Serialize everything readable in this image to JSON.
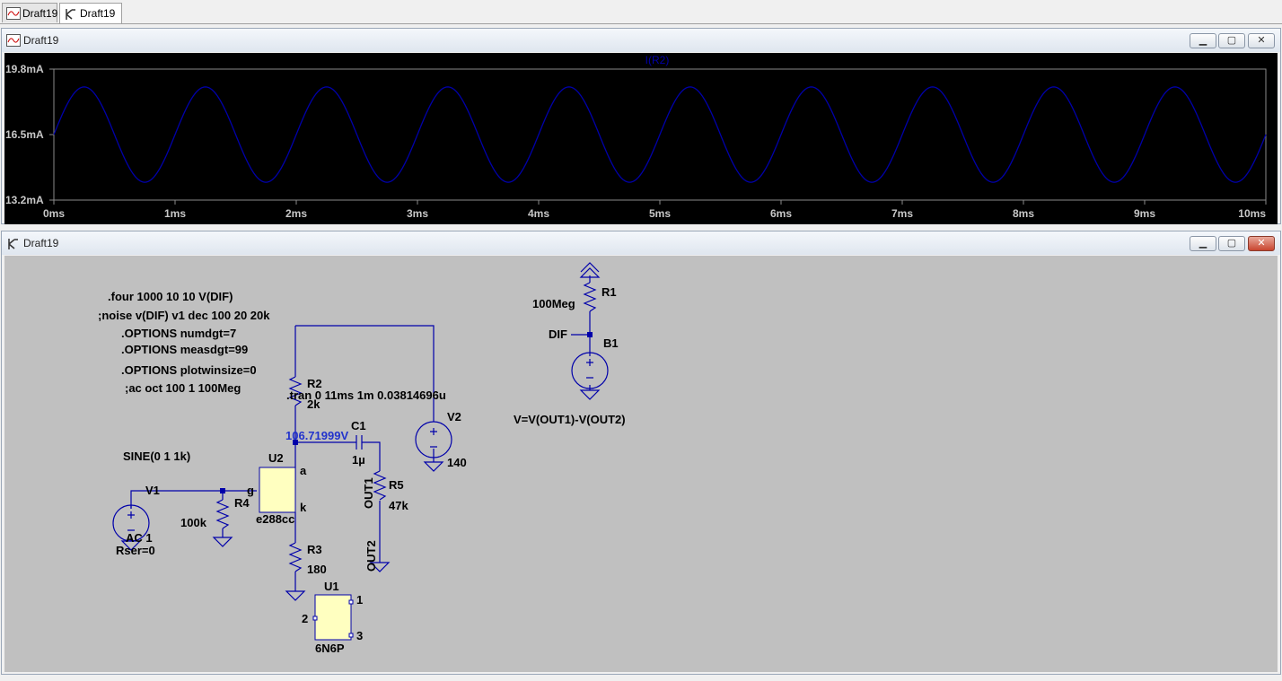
{
  "tabs": [
    {
      "label": "Draft19",
      "icon": "waveform-icon"
    },
    {
      "label": "Draft19",
      "icon": "schematic-icon"
    }
  ],
  "plot_window": {
    "title": "Draft19",
    "trace_label": "I(R2)",
    "trace_color": "#0000aa",
    "y_ticks": [
      "19.8mA",
      "16.5mA",
      "13.2mA"
    ],
    "x_ticks": [
      "0ms",
      "1ms",
      "2ms",
      "3ms",
      "4ms",
      "5ms",
      "6ms",
      "7ms",
      "8ms",
      "9ms",
      "10ms"
    ]
  },
  "schematic_window": {
    "title": "Draft19"
  },
  "chart_data": {
    "type": "line",
    "title": "I(R2)",
    "xlabel": "",
    "ylabel": "",
    "xlim": [
      0,
      10
    ],
    "ylim": [
      13.2,
      19.8
    ],
    "x_unit": "ms",
    "y_unit": "mA",
    "series": [
      {
        "name": "I(R2)",
        "frequency_khz": 1,
        "amplitude_ma": 2.4,
        "offset_ma": 16.5
      }
    ]
  },
  "schematic": {
    "directives": [
      ".four 1000 10 10 V(DIF)",
      ";noise v(DIF) v1 dec 100 20 20k",
      ".OPTIONS numdgt=7",
      ".OPTIONS measdgt=99",
      ".OPTIONS plotwinsize=0",
      ";ac oct 100 1 100Meg"
    ],
    "tran": ".tran 0 11ms 1m 0.03814696u",
    "sine": "SINE(0 1 1k)",
    "v1": {
      "name": "V1",
      "ac": "AC 1",
      "rser": "Rser=0"
    },
    "r4": {
      "name": "R4",
      "value": "100k"
    },
    "r2": {
      "name": "R2",
      "value": "2k"
    },
    "r3": {
      "name": "R3",
      "value": "180"
    },
    "r5": {
      "name": "R5",
      "value": "47k"
    },
    "r1": {
      "name": "R1",
      "value": "100Meg"
    },
    "c1": {
      "name": "C1",
      "value": "1µ"
    },
    "v2": {
      "name": "V2",
      "value": "140"
    },
    "u2": {
      "name": "U2",
      "model": "e288cc",
      "pins": [
        "a",
        "g",
        "k"
      ]
    },
    "u1": {
      "name": "U1",
      "model": "6N6P",
      "pins": [
        "1",
        "2",
        "3"
      ]
    },
    "b1": {
      "name": "B1",
      "expr": "V=V(OUT1)-V(OUT2)"
    },
    "node_voltage": "106.71999V",
    "net_labels": [
      "DIF",
      "OUT1",
      "OUT2"
    ]
  }
}
